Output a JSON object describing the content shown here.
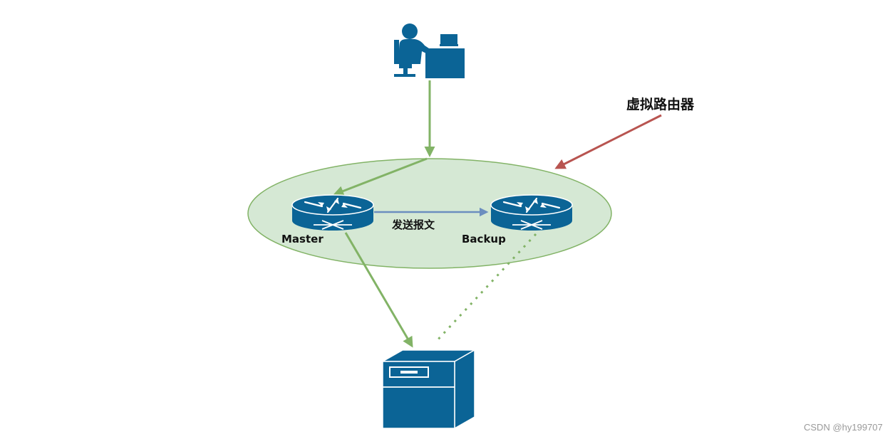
{
  "diagram": {
    "virtual_router_label": "虚拟路由器",
    "send_message_label": "发送报文",
    "master_label": "Master",
    "backup_label": "Backup",
    "watermark": "CSDN @hy199707"
  },
  "colors": {
    "icon_blue": "#0b6496",
    "ellipse_fill": "#d5e8d4",
    "ellipse_stroke": "#82b366",
    "green_arrow": "#82b366",
    "blue_arrow": "#6c8ebf",
    "red_arrow": "#b85450"
  },
  "icons": {
    "user": "user-at-computer-icon",
    "router": "router-icon",
    "server": "server-icon"
  }
}
